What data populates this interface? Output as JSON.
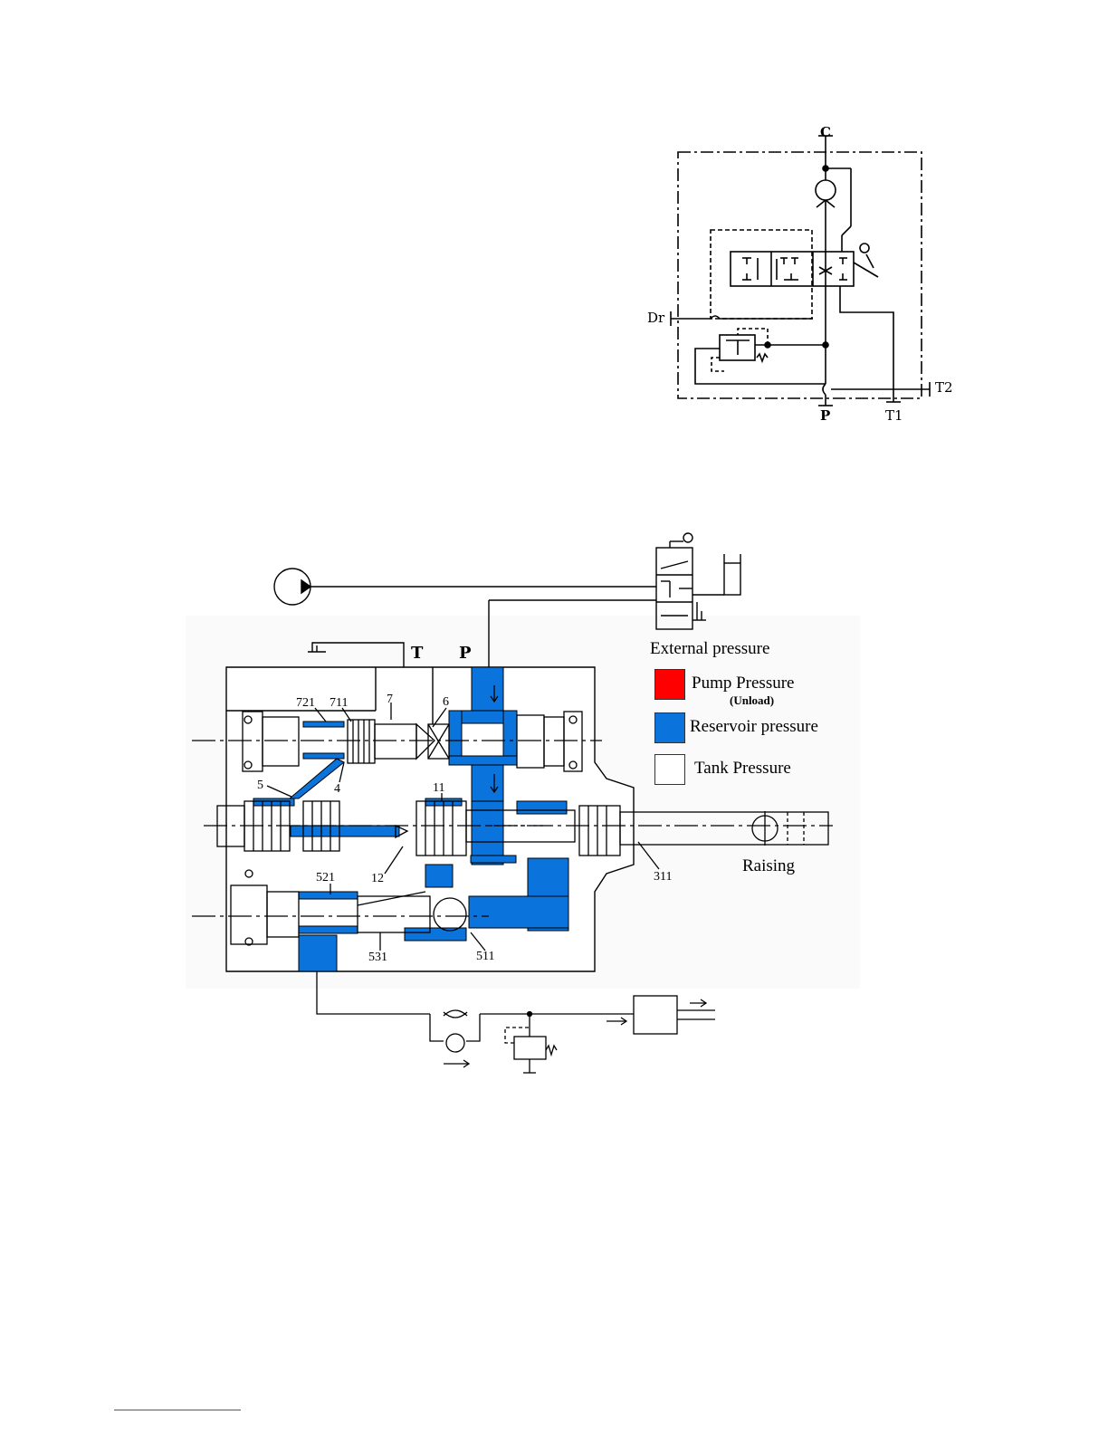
{
  "schematic": {
    "ports": {
      "c": "C",
      "dr": "Dr",
      "p": "P",
      "t1": "T1",
      "t2": "T2"
    }
  },
  "section": {
    "ports": {
      "t": "T",
      "p": "P"
    },
    "part_numbers": {
      "n721": "721",
      "n711": "711",
      "n7": "7",
      "n6": "6",
      "n5": "5",
      "n4": "4",
      "n11": "11",
      "n12": "12",
      "n311": "311",
      "n521": "521",
      "n531": "531",
      "n511": "511"
    },
    "operation_label": "Raising"
  },
  "legend": {
    "title": "External pressure",
    "items": [
      {
        "label": "Pump Pressure",
        "sub": "(Unload)",
        "color": "#ff0000"
      },
      {
        "label": "Reservoir pressure",
        "sub": "",
        "color": "#0a74dc"
      },
      {
        "label": "Tank Pressure",
        "sub": "",
        "color": "#ffffff"
      }
    ]
  },
  "colors": {
    "oil_blue": "#0a74dc",
    "line": "#000000"
  }
}
